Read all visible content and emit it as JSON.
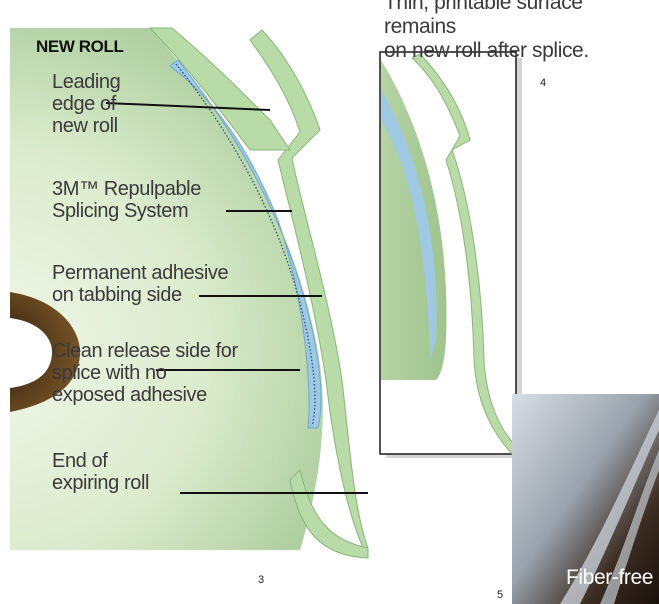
{
  "figure3": {
    "heading": "NEW ROLL",
    "labels": [
      {
        "id": "leading-edge",
        "lines": [
          "Leading",
          "edge of",
          "new roll"
        ]
      },
      {
        "id": "splicing-system",
        "lines": [
          "3M™ Repulpable",
          "Splicing System"
        ]
      },
      {
        "id": "permanent-adhesive",
        "lines": [
          "Permanent adhesive",
          "on tabbing side"
        ]
      },
      {
        "id": "clean-release",
        "lines": [
          "Clean release side for",
          "splice with no",
          "exposed adhesive"
        ]
      },
      {
        "id": "end-expiring",
        "lines": [
          "End of",
          "expiring roll"
        ]
      }
    ],
    "number": "3"
  },
  "figure4": {
    "caption_lines": [
      "Thin, printable surface remains",
      "on new roll after splice."
    ],
    "number": "4"
  },
  "figure5": {
    "caption": "Fiber-free",
    "number": "5"
  }
}
